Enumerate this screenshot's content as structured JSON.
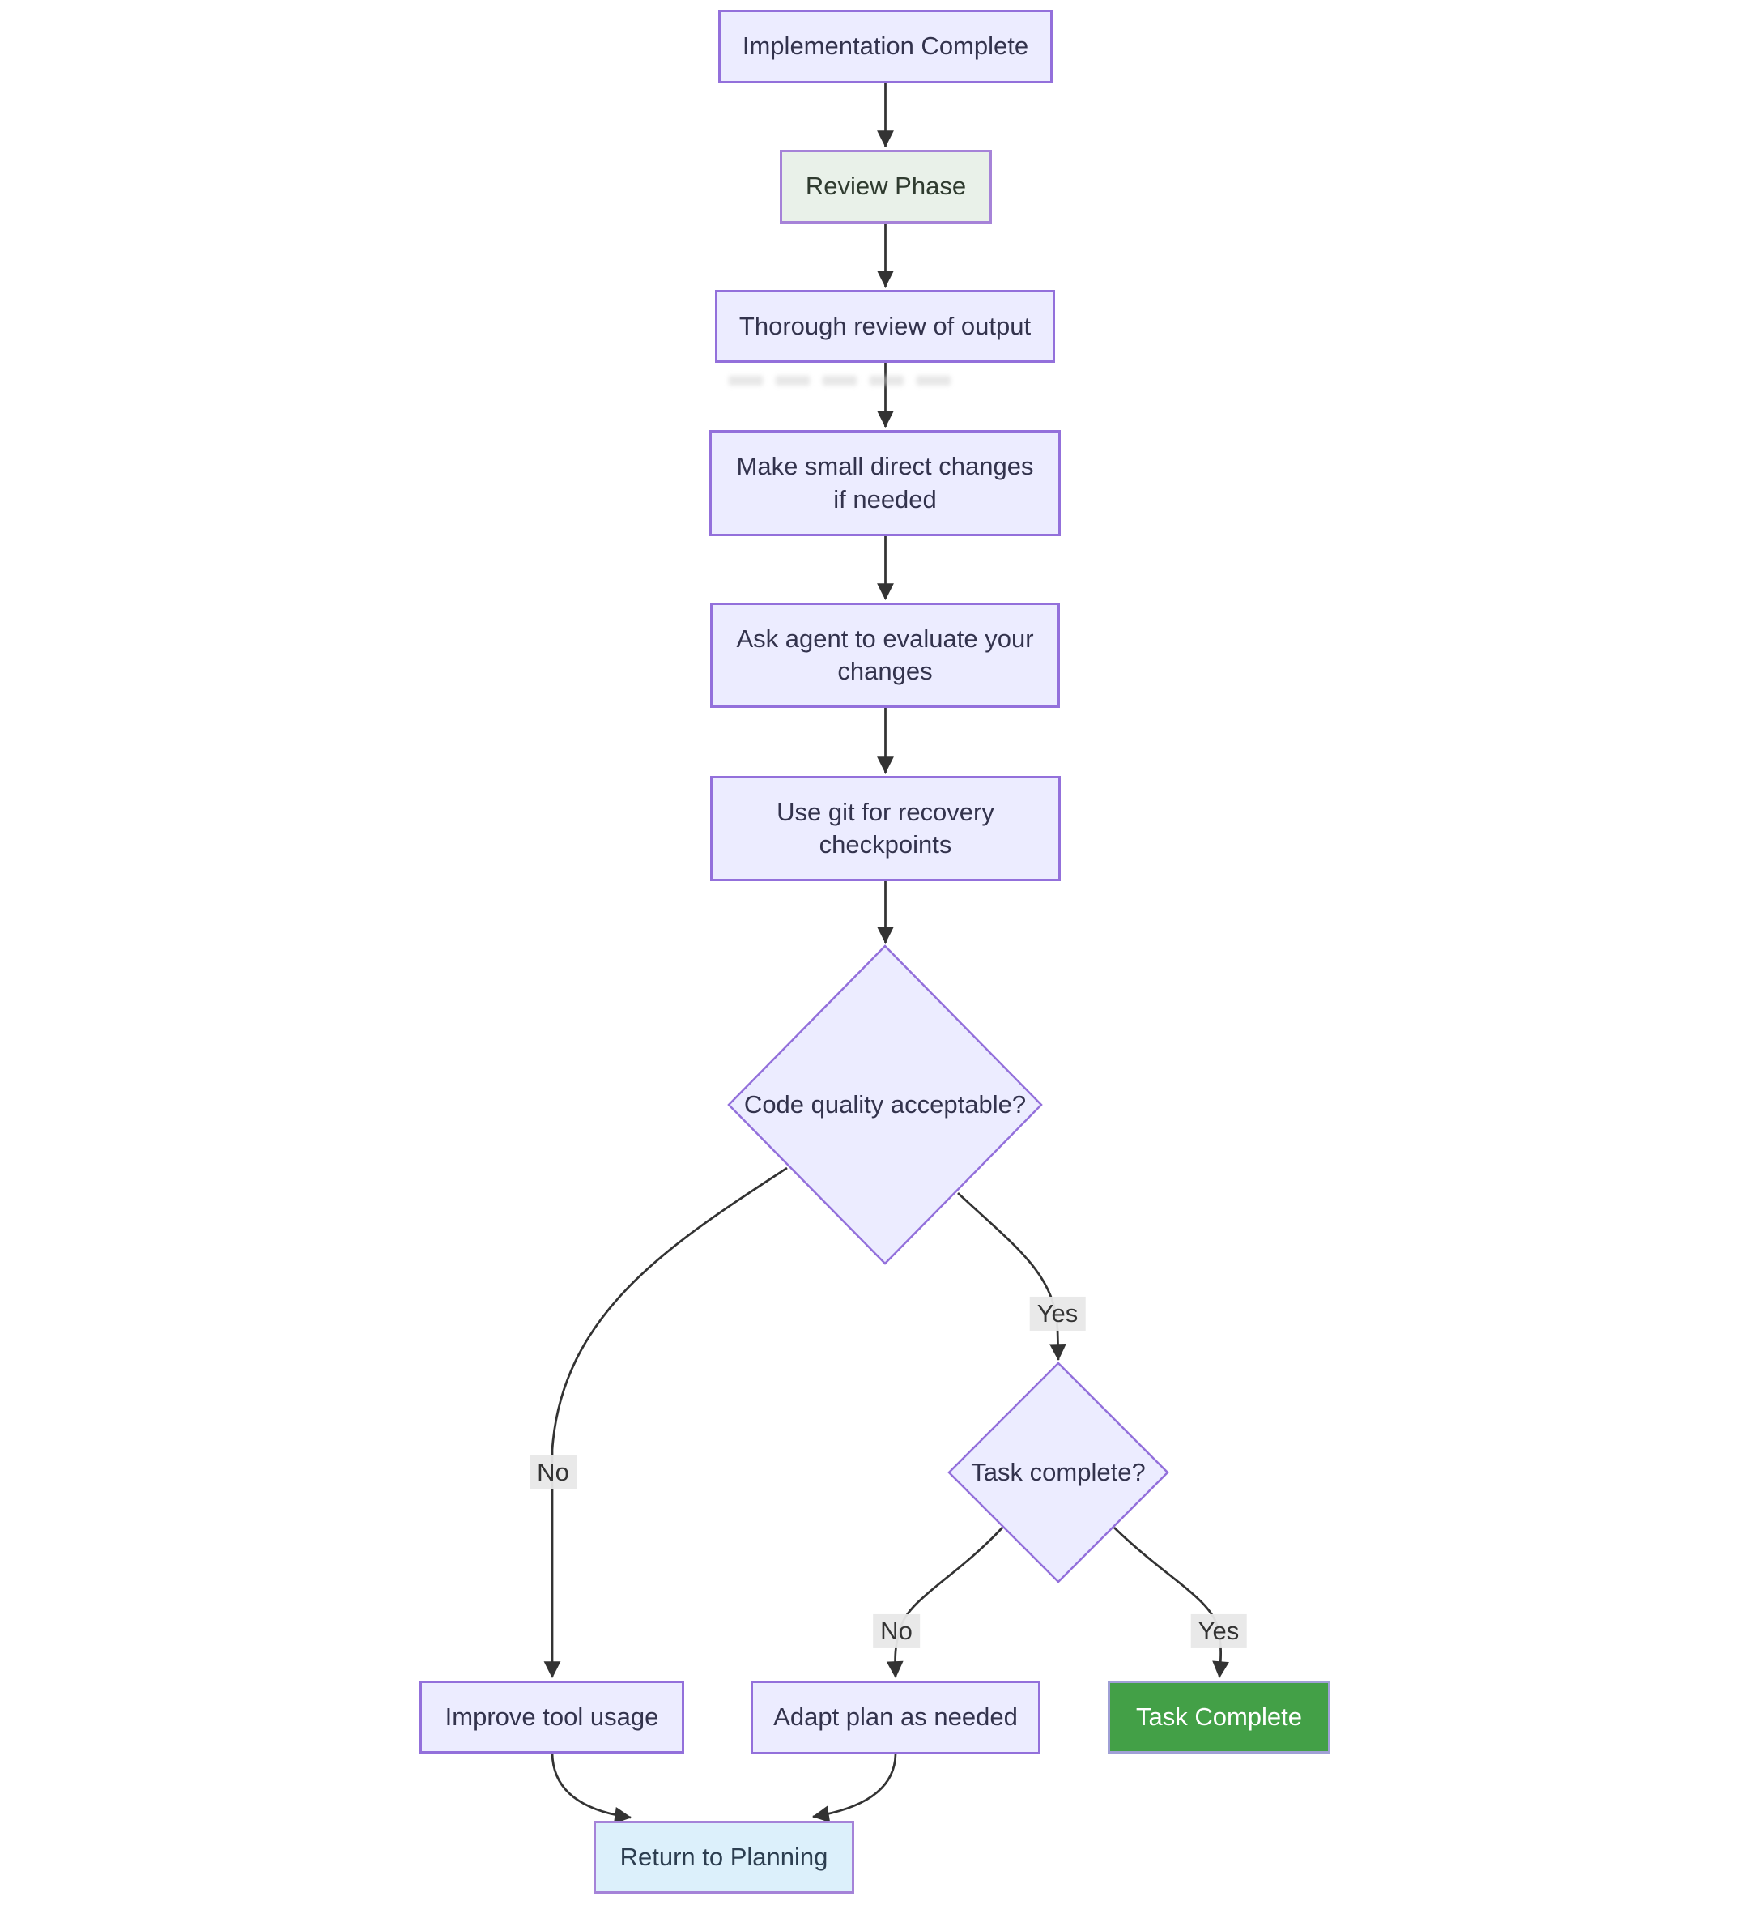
{
  "diagram": {
    "type": "flowchart",
    "background_color": "#ffffff",
    "colors": {
      "node_fill": "#ECECFF",
      "node_border": "#9370DB",
      "node_text": "#33334d",
      "review_phase_fill": "#E9F1E9",
      "task_complete_fill": "#43A047",
      "task_complete_text": "#ffffff",
      "return_planning_fill": "#DCF0FB",
      "edge_stroke": "#333333",
      "edge_label_bg": "#e8e8e8"
    },
    "nodes": {
      "implementation_complete": {
        "label": "Implementation Complete",
        "shape": "rect"
      },
      "review_phase": {
        "label": "Review Phase",
        "shape": "rect"
      },
      "thorough_review": {
        "label": "Thorough review of output",
        "shape": "rect"
      },
      "small_changes": {
        "label": "Make small direct changes\nif needed",
        "shape": "rect"
      },
      "ask_agent": {
        "label": "Ask agent to evaluate your\nchanges",
        "shape": "rect"
      },
      "git_checkpoints": {
        "label": "Use git for recovery\ncheckpoints",
        "shape": "rect"
      },
      "code_quality_decision": {
        "label": "Code quality acceptable?",
        "shape": "diamond"
      },
      "task_complete_decision": {
        "label": "Task complete?",
        "shape": "diamond"
      },
      "improve_tool_usage": {
        "label": "Improve tool usage",
        "shape": "rect"
      },
      "adapt_plan": {
        "label": "Adapt plan as needed",
        "shape": "rect"
      },
      "task_complete": {
        "label": "Task Complete",
        "shape": "rect"
      },
      "return_to_planning": {
        "label": "Return to Planning",
        "shape": "rect"
      }
    },
    "edge_labels": {
      "code_quality_no": "No",
      "code_quality_yes": "Yes",
      "task_complete_no": "No",
      "task_complete_yes": "Yes"
    }
  }
}
